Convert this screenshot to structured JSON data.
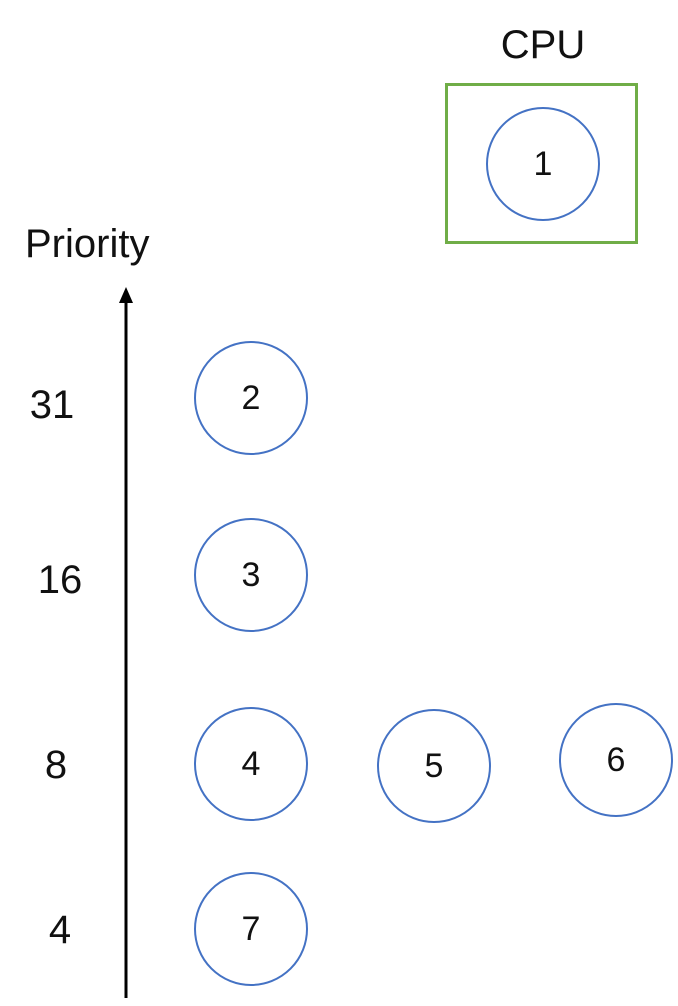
{
  "cpu": {
    "label": "CPU",
    "thread": "1"
  },
  "axis": {
    "label": "Priority",
    "levels": [
      "31",
      "16",
      "8",
      "4"
    ]
  },
  "threads": {
    "t2": "2",
    "t3": "3",
    "t4": "4",
    "t5": "5",
    "t6": "6",
    "t7": "7"
  },
  "colors": {
    "cpu_box": "#70ad47",
    "thread_outline": "#4472c4",
    "text": "#111111",
    "axis": "#000000"
  }
}
